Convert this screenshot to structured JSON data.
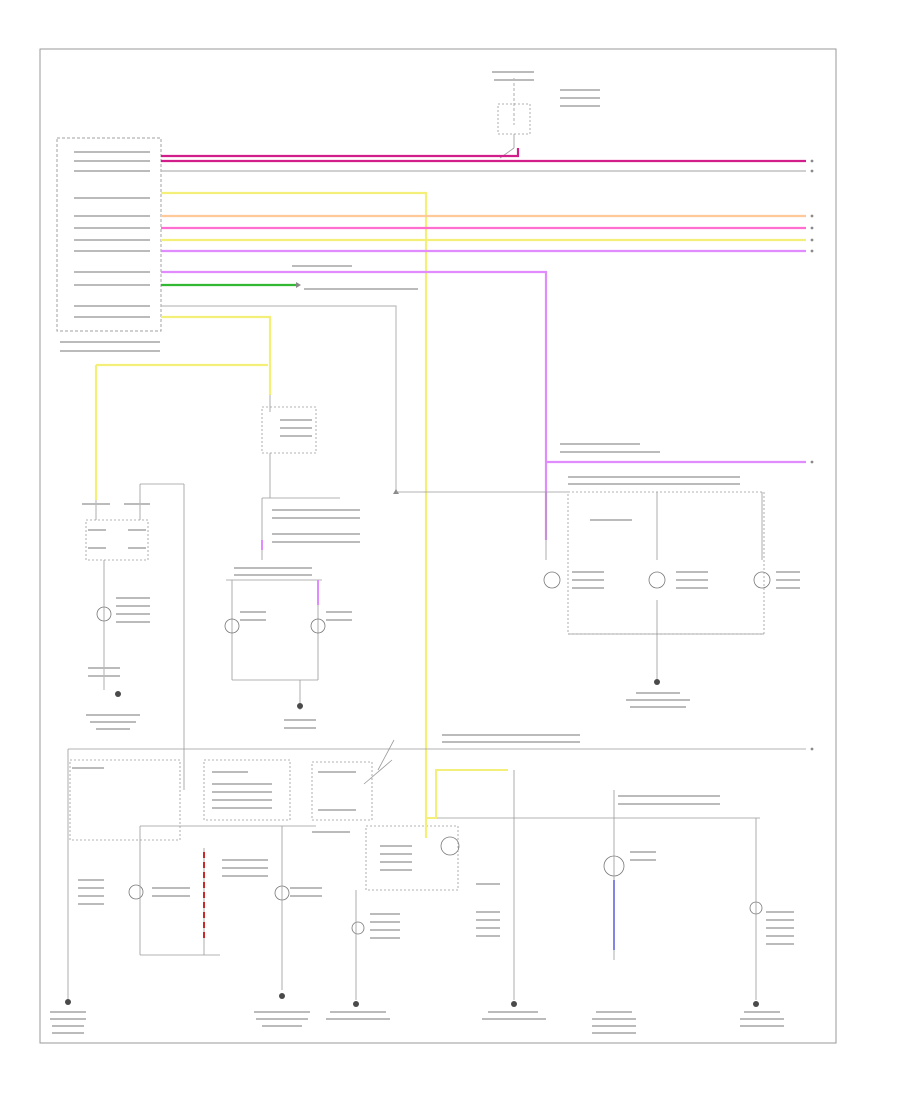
{
  "footer": {
    "code": ""
  },
  "colors": {
    "frame": "#9a9a9a",
    "wire": "#8e8e8e",
    "magenta": "#d21e8a",
    "pink": "#ff6fcf",
    "orange": "#ffc99a",
    "yellow": "#f3ef78",
    "violet": "#e08cff",
    "green": "#32b832",
    "blue": "#5a5ad8",
    "red": "#c82828"
  },
  "icons": [
    "ground-symbol",
    "lamp-symbol",
    "switch-symbol",
    "connector-arrow"
  ]
}
